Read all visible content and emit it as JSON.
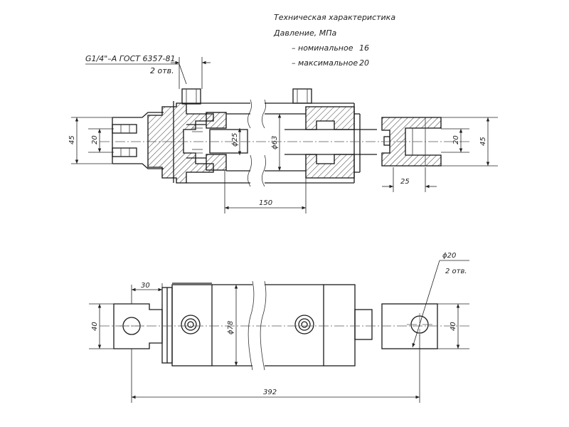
{
  "spec": {
    "title": "Техническая характеристика",
    "pressure_label": "Давление, МПа",
    "nominal_label": "– номинальное",
    "nominal_value": "16",
    "max_label": "– максимальное",
    "max_value": "20"
  },
  "top_view": {
    "thread_label": "G1/4\"–A ГОСТ 6357-81",
    "thread_count": "2 отв.",
    "dim_left_outer": "45",
    "dim_left_inner": "20",
    "dim_rod": "ϕ25",
    "dim_bore": "ϕ63",
    "dim_right_inner": "20",
    "dim_right_outer": "45",
    "dim_eye_width": "25",
    "dim_stroke": "150"
  },
  "bottom_view": {
    "dim_pin": "ϕ20",
    "dim_pin_count": "2 отв.",
    "dim_lug": "30",
    "dim_left_height": "40",
    "dim_body": "ϕ78",
    "dim_right_height": "40",
    "dim_total": "392"
  }
}
